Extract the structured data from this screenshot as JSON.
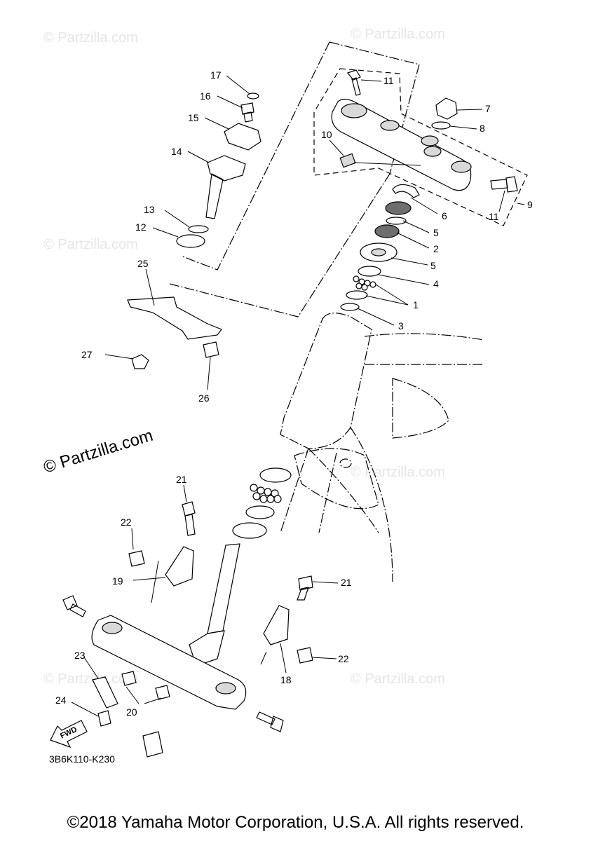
{
  "watermark": "© Partzilla.com",
  "diagram_code": "3B6K110-K230",
  "copyright": "©2018 Yamaha Motor Corporation, U.S.A. All rights reserved.",
  "fwd_label": "FWD",
  "callouts": {
    "c1": "1",
    "c2": "2",
    "c3": "3",
    "c4": "4",
    "c5a": "5",
    "c5b": "5",
    "c6": "6",
    "c7": "7",
    "c8": "8",
    "c9": "9",
    "c10": "10",
    "c11a": "11",
    "c11b": "11",
    "c12": "12",
    "c13": "13",
    "c14": "14",
    "c15": "15",
    "c16": "16",
    "c17": "17",
    "c18": "18",
    "c19": "19",
    "c20": "20",
    "c21a": "21",
    "c21b": "21",
    "c22a": "22",
    "c22b": "22",
    "c23": "23",
    "c24": "24",
    "c25": "25",
    "c26": "26",
    "c27": "27"
  }
}
